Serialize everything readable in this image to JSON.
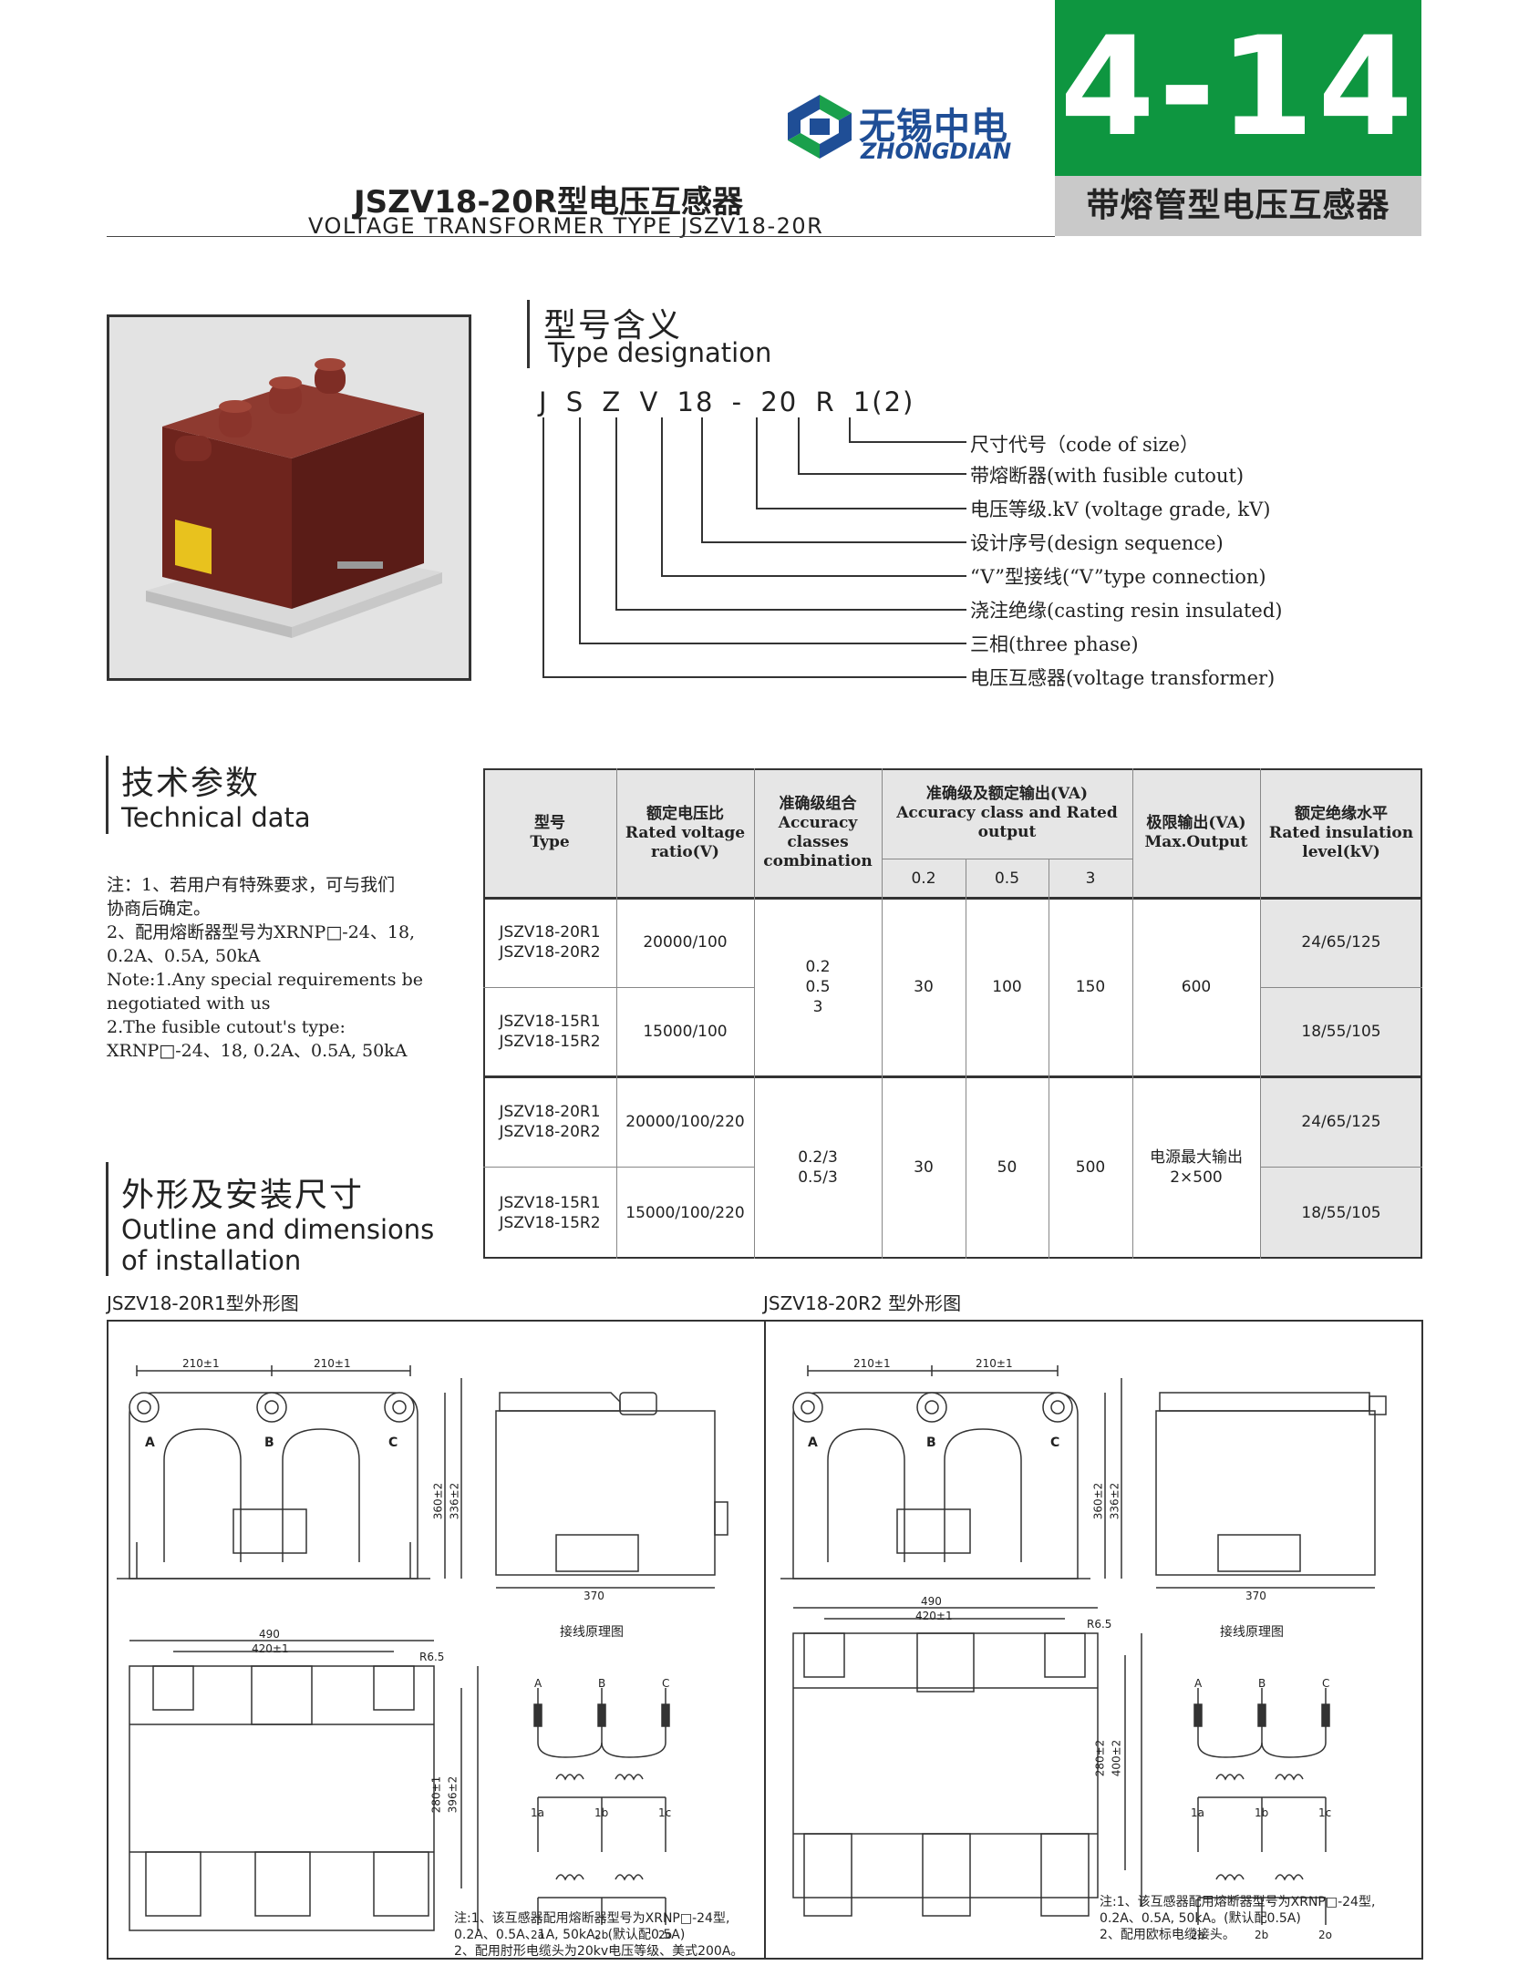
{
  "header": {
    "logo_cn": "无锡中电",
    "logo_en": "ZHONGDIAN",
    "page_code": "4-14",
    "category": "带熔管型电压互感器",
    "title_cn": "JSZV18-20R型电压互感器",
    "title_en": "VOLTAGE TRANSFORMER TYPE JSZV18-20R"
  },
  "designation": {
    "heading_cn": "型号含义",
    "heading_en": "Type designation",
    "code": "J S Z V 18 - 20 R 1(2)",
    "labels": [
      "尺寸代号（code of size）",
      "带熔断器(with fusible cutout)",
      "电压等级.kV (voltage grade, kV)",
      "设计序号(design sequence)",
      "“V”型接线(“V”type connection)",
      "浇注绝缘(casting resin insulated)",
      "三相(three phase)",
      "电压互感器(voltage transformer)"
    ]
  },
  "technical": {
    "heading_cn": "技术参数",
    "heading_en": "Technical data",
    "notes": [
      "注：1、若用户有特殊要求，可与我们",
      "协商后确定。",
      "2、配用熔断器型号为XRNP□-24、18,",
      "0.2A、0.5A, 50kA",
      "Note:1.Any special requirements be",
      "negotiated with us",
      " 2.The fusible cutout's type:",
      "XRNP□-24、18, 0.2A、0.5A, 50kA"
    ]
  },
  "table": {
    "headers": {
      "type": "型号\nType",
      "ratio": "额定电压比\nRated voltage\nratio(V)",
      "accuracy": "准确级组合\nAccuracy\nclasses\ncombination",
      "output": "准确级及额定输出(VA)\nAccuracy class and Rated output",
      "out_02": "0.2",
      "out_05": "0.5",
      "out_3": "3",
      "max": "极限输出(VA)\nMax.Output",
      "insul": "额定绝缘水平\nRated insulation\nlevel(kV)"
    },
    "rows": [
      {
        "type": "JSZV18-20R1\nJSZV18-20R2",
        "ratio": "20000/100",
        "insul": "24/65/125"
      },
      {
        "type": "JSZV18-15R1\nJSZV18-15R2",
        "ratio": "15000/100",
        "insul": "18/55/105"
      },
      {
        "type": "JSZV18-20R1\nJSZV18-20R2",
        "ratio": "20000/100/220",
        "insul": "24/65/125"
      },
      {
        "type": "JSZV18-15R1\nJSZV18-15R2",
        "ratio": "15000/100/220",
        "insul": "18/55/105"
      }
    ],
    "groups": [
      {
        "accuracy": "0.2\n0.5\n3",
        "o02": "30",
        "o05": "100",
        "o3": "150",
        "max": "600"
      },
      {
        "accuracy": "0.2/3\n0.5/3",
        "o02": "30",
        "o05": "50",
        "o3": "500",
        "max": "电源最大输出\n2×500"
      }
    ]
  },
  "outline": {
    "heading_cn": "外形及安装尺寸",
    "heading_en1": "Outline and dimensions",
    "heading_en2": "of installation",
    "cap_left": "JSZV18-20R1型外形图",
    "cap_right": "JSZV18-20R2 型外形图",
    "dims": {
      "d210": "210±1",
      "d360": "360±2",
      "d336": "336±2",
      "d370": "370",
      "d490": "490",
      "d420": "420±1",
      "r65": "R6.5",
      "d280": "280±1",
      "d396": "396±2",
      "d280r": "280±2",
      "d400": "400±2"
    },
    "phases": [
      "A",
      "B",
      "C"
    ],
    "terms_a": [
      "1a",
      "1b",
      "1c"
    ],
    "terms_b": [
      "2a",
      "2b",
      "2o"
    ],
    "wiring_label": "接线原理图",
    "note_left": [
      "注:1、该互感器配用熔断器型号为XRNP□-24型,",
      "     0.2A、0.5A、1A, 50kA。(默认配0.5A)",
      "   2、配用肘形电缆头为20kv电压等级、美式200A。"
    ],
    "note_right": [
      "注:1、该互感器配用熔断器型号为XRNP□-24型,",
      "     0.2A、0.5A, 50kA。(默认配0.5A)",
      "   2、配用欧标电缆接头。"
    ]
  },
  "colors": {
    "green": "#0e9640",
    "grey": "#c9c9c9",
    "brand_blue": "#1f4e96",
    "resin": "#7a2a22"
  }
}
